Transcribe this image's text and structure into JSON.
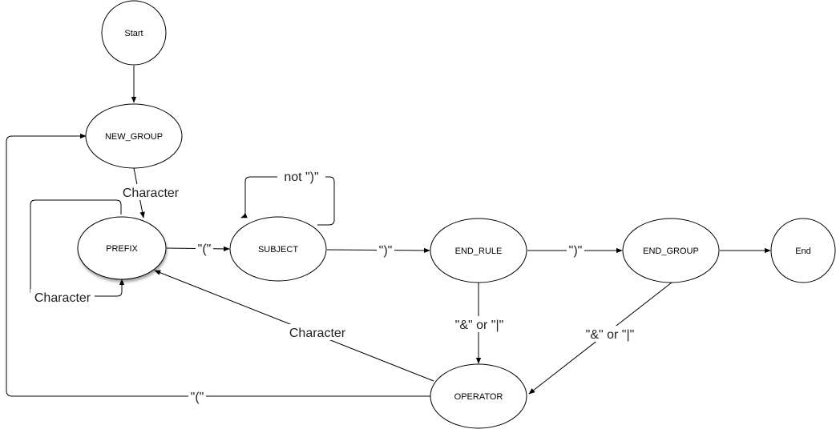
{
  "diagram": {
    "type": "state-machine",
    "nodes": [
      {
        "id": "start",
        "label": "Start"
      },
      {
        "id": "new_group",
        "label": "NEW_GROUP"
      },
      {
        "id": "prefix",
        "label": "PREFIX"
      },
      {
        "id": "subject",
        "label": "SUBJECT"
      },
      {
        "id": "end_rule",
        "label": "END_RULE"
      },
      {
        "id": "end_group",
        "label": "END_GROUP"
      },
      {
        "id": "end",
        "label": "End"
      },
      {
        "id": "operator",
        "label": "OPERATOR"
      }
    ],
    "edges": [
      {
        "id": "start-new_group",
        "from": "start",
        "to": "new_group",
        "label": ""
      },
      {
        "id": "new_group-prefix",
        "from": "new_group",
        "to": "prefix",
        "label": "Character"
      },
      {
        "id": "prefix-prefix",
        "from": "prefix",
        "to": "prefix",
        "label": "Character"
      },
      {
        "id": "prefix-subject",
        "from": "prefix",
        "to": "subject",
        "label": "\"(\""
      },
      {
        "id": "subject-subject",
        "from": "subject",
        "to": "subject",
        "label": "not \")\""
      },
      {
        "id": "subject-end_rule",
        "from": "subject",
        "to": "end_rule",
        "label": "\")\""
      },
      {
        "id": "end_rule-end_group",
        "from": "end_rule",
        "to": "end_group",
        "label": "\")\""
      },
      {
        "id": "end_group-end",
        "from": "end_group",
        "to": "end",
        "label": ""
      },
      {
        "id": "end_rule-operator",
        "from": "end_rule",
        "to": "operator",
        "label": "\"&\" or \"|\""
      },
      {
        "id": "end_group-operator",
        "from": "end_group",
        "to": "operator",
        "label": "\"&\" or \"|\""
      },
      {
        "id": "operator-prefix",
        "from": "operator",
        "to": "prefix",
        "label": "Character"
      },
      {
        "id": "operator-new_group",
        "from": "operator",
        "to": "new_group",
        "label": "\"(\""
      }
    ]
  }
}
